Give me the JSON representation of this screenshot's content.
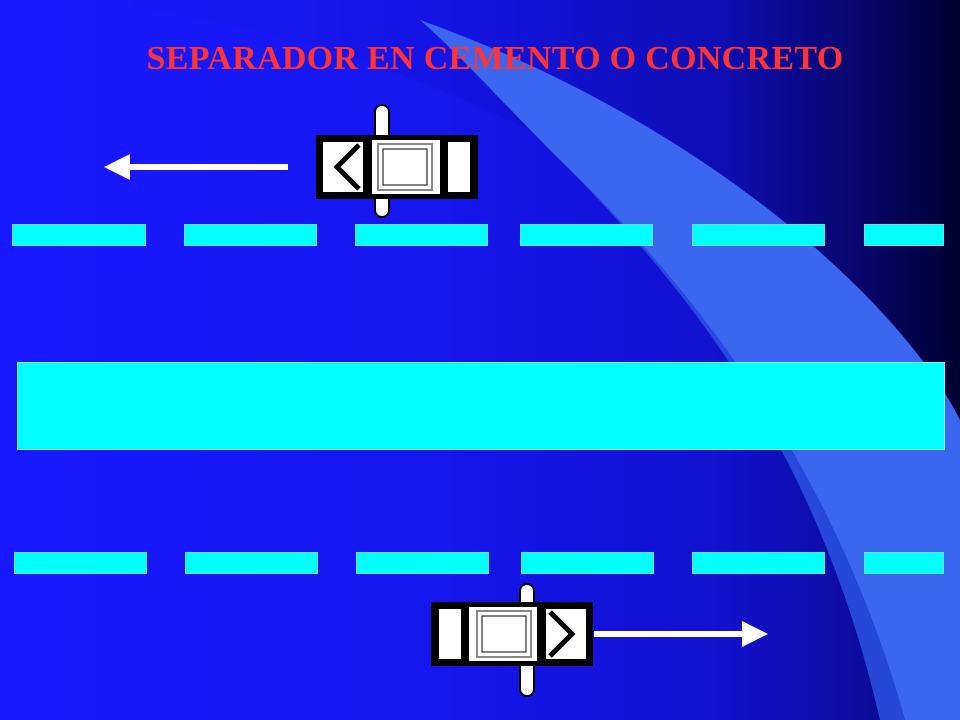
{
  "title": "SEPARADOR EN CEMENTO O CONCRETO",
  "colors": {
    "title": "#ff3333",
    "lane_marking": "#00ffff",
    "median": "#00ffff",
    "vehicle_body": "#000000",
    "vehicle_panel": "#ffffff",
    "arrow": "#ffffff"
  },
  "vehicles": [
    {
      "name": "vehicle-top-lane",
      "direction": "left"
    },
    {
      "name": "vehicle-bottom-lane",
      "direction": "right"
    }
  ],
  "lane_markings": [
    {
      "name": "upper-lane-divider",
      "style": "dashed",
      "segments": 6
    },
    {
      "name": "lower-lane-divider",
      "style": "dashed",
      "segments": 6
    }
  ],
  "median": {
    "name": "concrete-median",
    "style": "solid"
  }
}
